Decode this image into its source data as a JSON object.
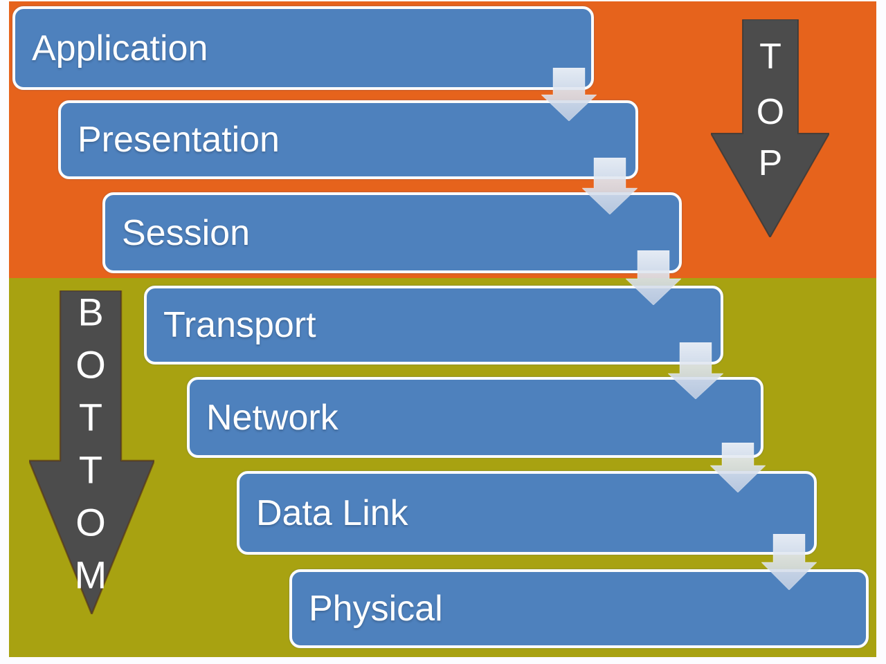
{
  "layers": [
    {
      "label": "Application"
    },
    {
      "label": "Presentation"
    },
    {
      "label": "Session"
    },
    {
      "label": "Transport"
    },
    {
      "label": "Network"
    },
    {
      "label": "Data Link"
    },
    {
      "label": "Physical"
    }
  ],
  "top_arrow": {
    "label": "TOP",
    "letters": [
      "T",
      "O",
      "P"
    ]
  },
  "bottom_arrow": {
    "label": "BOTTOM",
    "letters": [
      "B",
      "O",
      "T",
      "T",
      "O",
      "M"
    ]
  },
  "colors": {
    "orange": "#E6631C",
    "olive": "#A8A211",
    "box-blue": "#4E81BD",
    "box-border": "#FCFCFC",
    "box-text": "#FFFFFF",
    "arrow-gray": "#4C4C4C",
    "connector-light": "#DFE5EE",
    "page-margin": "#FCFCFF"
  }
}
